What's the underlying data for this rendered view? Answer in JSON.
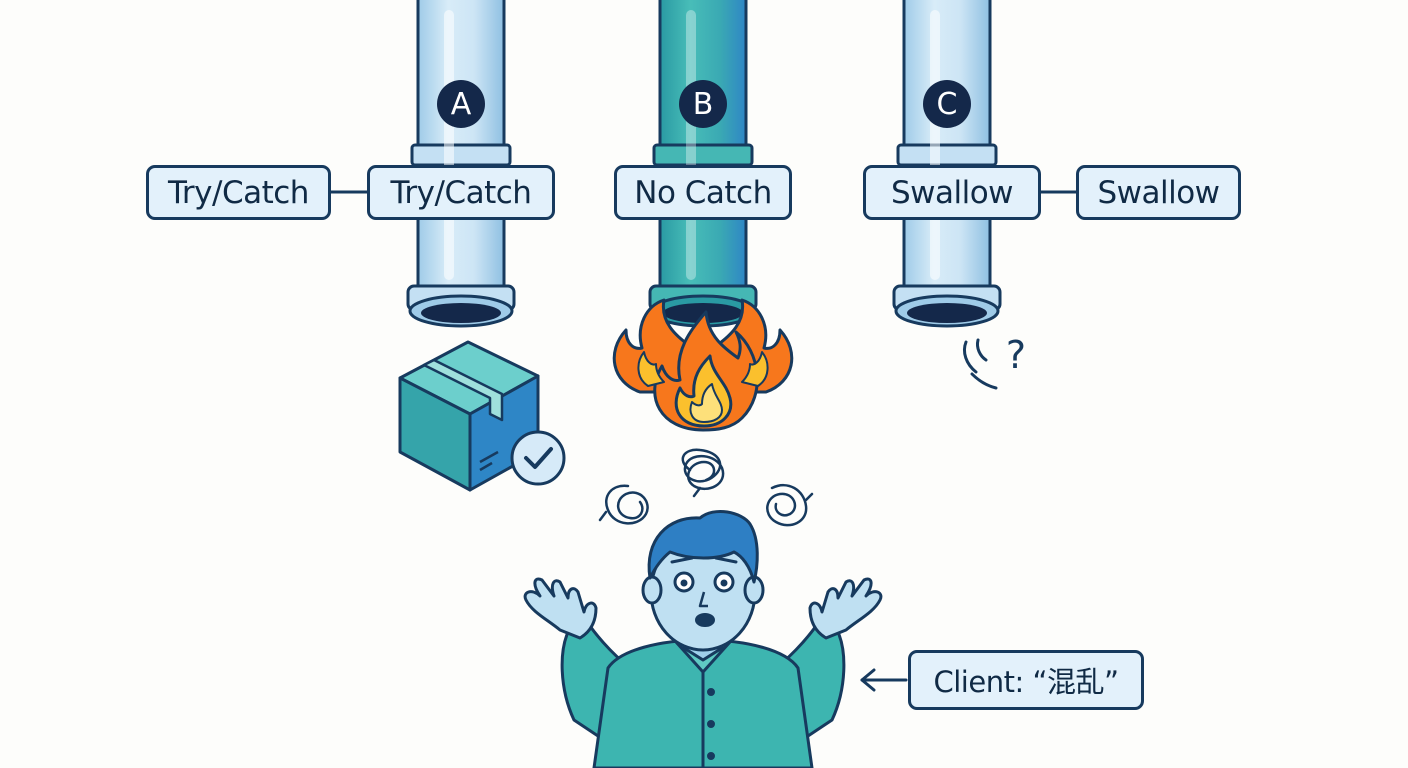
{
  "pipes": [
    {
      "badge": "A",
      "label": "Try/Catch",
      "side_label": "Try/Catch",
      "outcome": "package-delivered"
    },
    {
      "badge": "B",
      "label": "No Catch",
      "outcome": "fire"
    },
    {
      "badge": "C",
      "label": "Swallow",
      "side_label": "Swallow",
      "outcome": "question-mark",
      "mark": "?"
    }
  ],
  "client": {
    "label": "Client: “混乱”"
  },
  "colors": {
    "outline": "#173a5e",
    "pipe_light": "#cfe6f6",
    "pipe_teal": "#3cb3b4",
    "box_teal": "#35a4aa",
    "fire_orange": "#f7771c",
    "fire_yellow": "#fbc02d",
    "shirt": "#3db5b0",
    "skin": "#bfe0f2",
    "hair": "#2e7fc4"
  }
}
